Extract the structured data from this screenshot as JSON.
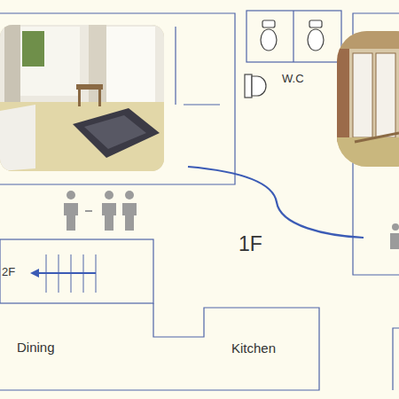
{
  "diagram": {
    "labels": [
      "W.C",
      "1F",
      "2F",
      "Dining",
      "Kitchen"
    ]
  }
}
